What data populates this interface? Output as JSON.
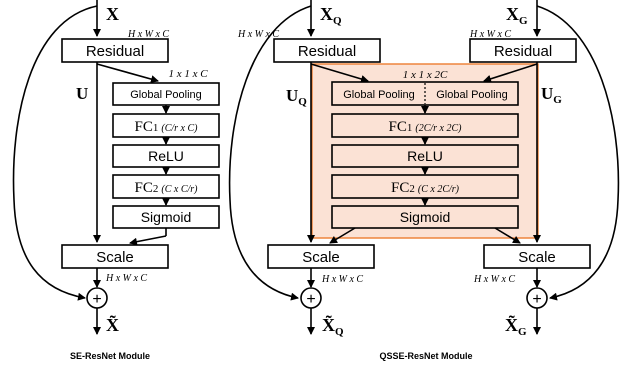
{
  "colors": {
    "panel_fill": "#fbe2d5",
    "panel_border": "#ed7d31",
    "stroke": "#000000"
  },
  "se": {
    "input": "X",
    "input_shape": "H x W x C",
    "residual": "Residual",
    "u": "U",
    "squeeze_shape": "1 x 1 x C",
    "pool": "Global Pooling",
    "fc1": "FC",
    "fc1_sub": "1",
    "fc1_dims": "(C/r x C)",
    "relu": "ReLU",
    "fc2": "FC",
    "fc2_sub": "2",
    "fc2_dims": "(C x C/r)",
    "sigmoid": "Sigmoid",
    "scale": "Scale",
    "output_shape": "H x W x C",
    "add": "+",
    "output": "X̃",
    "caption": "SE-ResNet Module"
  },
  "qsse": {
    "input_q": "X",
    "input_q_sub": "Q",
    "input_g": "X",
    "input_g_sub": "G",
    "shape_q": "H x W x C",
    "shape_g": "H x W x C",
    "residual_q": "Residual",
    "residual_g": "Residual",
    "u_q": "U",
    "u_q_sub": "Q",
    "u_g": "U",
    "u_g_sub": "G",
    "squeeze_shape": "1 x 1 x 2C",
    "pool_q": "Global Pooling",
    "pool_g": "Global Pooling",
    "fc1": "FC",
    "fc1_sub": "1",
    "fc1_dims": "(2C/r x 2C)",
    "relu": "ReLU",
    "fc2": "FC",
    "fc2_sub": "2",
    "fc2_dims": "(C x 2C/r)",
    "sigmoid": "Sigmoid",
    "scale_q": "Scale",
    "scale_g": "Scale",
    "out_shape_q": "H x W x C",
    "out_shape_g": "H x W x C",
    "add_q": "+",
    "add_g": "+",
    "output_q": "X̃",
    "output_q_sub": "Q",
    "output_g": "X̃",
    "output_g_sub": "G",
    "caption": "QSSE-ResNet Module"
  }
}
